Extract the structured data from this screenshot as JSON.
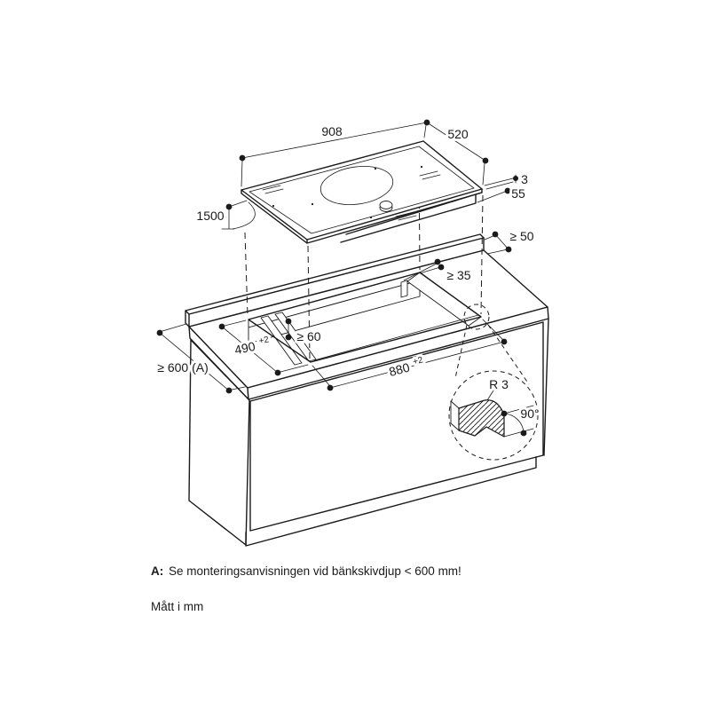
{
  "diagram": {
    "cooktop": {
      "width": "908",
      "depth": "520",
      "glass_thickness": "3",
      "body_height": "55",
      "cable_length": "1500"
    },
    "worktop": {
      "rear_clearance": "≥ 50",
      "partition_clearance": "≥ 35",
      "support_clearance": "≥ 60",
      "min_depth": "≥ 600 (A)"
    },
    "cutout": {
      "depth": "490",
      "depth_tolerance": "+2",
      "width": "880",
      "width_tolerance": "+2"
    },
    "detail": {
      "radius": "R 3",
      "angle": "90°"
    }
  },
  "notes": {
    "marker": "A:",
    "text": "Se monteringsanvisningen vid bänkskivdjup < 600 mm!",
    "units": "Mått i mm"
  }
}
